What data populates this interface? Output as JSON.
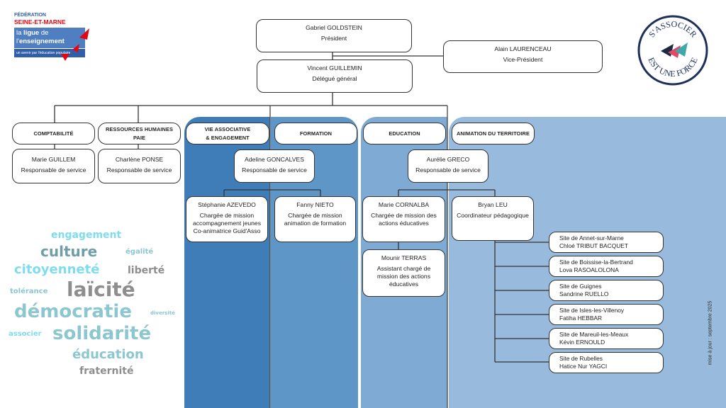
{
  "logo": {
    "line1": "FÉDÉRATION",
    "line2": "SEINE-ET-MARNE",
    "brand_a": "la ",
    "brand_b": "ligue",
    "brand_c": " de",
    "brand_d": "l'",
    "brand_e": "enseignement",
    "tagline": "un avenir par l'éducation populaire",
    "colors": {
      "blue": "#4f7fc0",
      "dark_blue": "#2f5fa8",
      "red": "#e30613"
    }
  },
  "seal": {
    "top_text": "S'ASSOCIER",
    "bottom_text": "EST UNE FORCE",
    "colors": {
      "ring": "#1e2f5a",
      "arrow1": "#1e2a44",
      "arrow2": "#e0486a",
      "arrow3": "#3fa9a9"
    }
  },
  "top": {
    "president": {
      "name": "Gabriel GOLDSTEIN",
      "role": "Président"
    },
    "vice_president": {
      "name": "Alain LAURENCEAU",
      "role": "Vice-Président"
    },
    "delegate": {
      "name": "Vincent GUILLEMIN",
      "role": "Délégué général"
    }
  },
  "departments": [
    {
      "label": "COMPTABILITÉ"
    },
    {
      "label": "RESSOURCES HUMAINES",
      "label2": "PAIE"
    },
    {
      "label": "VIE ASSOCIATIVE",
      "label2": "& ENGAGEMENT"
    },
    {
      "label": "FORMATION"
    },
    {
      "label": "EDUCATION"
    },
    {
      "label": "ANIMATION DU TERRITOIRE"
    }
  ],
  "panel_colors": [
    "#3f7db8",
    "#5f96c8",
    "#7eaad3",
    "#98badc"
  ],
  "people": {
    "marie_guillem": {
      "name": "Marie GUILLEM",
      "role": "Responsable de service"
    },
    "charlene_ponse": {
      "name": "Charlène PONSE",
      "role": "Responsable de service"
    },
    "adeline_goncalves": {
      "name": "Adeline GONCALVES",
      "role": "Responsable de service"
    },
    "aurelie_greco": {
      "name": "Aurélie GRECO",
      "role": "Responsable de service"
    },
    "stephanie_azevedo": {
      "name": "Stéphanie AZEVEDO",
      "role": "Chargée de mission",
      "role2": "accompagnement jeunes",
      "role3": "Co-animatrice Guid'Asso"
    },
    "fanny_nieto": {
      "name": "Fanny NIETO",
      "role": "Chargée de mission",
      "role2": "animation de formation"
    },
    "marie_cornalba": {
      "name": "Marie CORNALBA",
      "role": "Chargée de mission des",
      "role2": "actions éducatives"
    },
    "mounir_terras": {
      "name": "Mounir TERRAS",
      "role": "Assistant chargé de",
      "role2": "mission des actions",
      "role3": "éducatives"
    },
    "bryan_leu": {
      "name": "Bryan LEU",
      "role": "Coordinateur pédagogique"
    }
  },
  "sites": [
    {
      "site": "Site de Annet-sur-Marne",
      "person": "Chloé TRIBUT BACQUET"
    },
    {
      "site": "Site de Boissise-la-Bertrand",
      "person": "Lova RASOALOLONA"
    },
    {
      "site": "Site de Guignes",
      "person": "Sandrine RUELLO"
    },
    {
      "site": "Site de Isles-les-Villenoy",
      "person": "Fatiha HEBBAR"
    },
    {
      "site": "Site de Mareuil-les-Meaux",
      "person": "Kévin ERNOULD"
    },
    {
      "site": "Site de Rubelles",
      "person": "Hatice Nur YAGCI"
    }
  ],
  "update_note": "mise à jour : septembre 2025",
  "word_cloud": {
    "words": [
      "engagement",
      "culture",
      "citoyenneté",
      "égalité",
      "liberté",
      "laïcité",
      "tolérance",
      "démocratie",
      "diversité",
      "solidarité",
      "associer",
      "éducation",
      "fraternité"
    ],
    "colors": {
      "cyan": "#7fdcef",
      "teal": "#8cc7d0",
      "grey": "#8e8e8e",
      "dark_teal": "#6f9ea6"
    }
  }
}
